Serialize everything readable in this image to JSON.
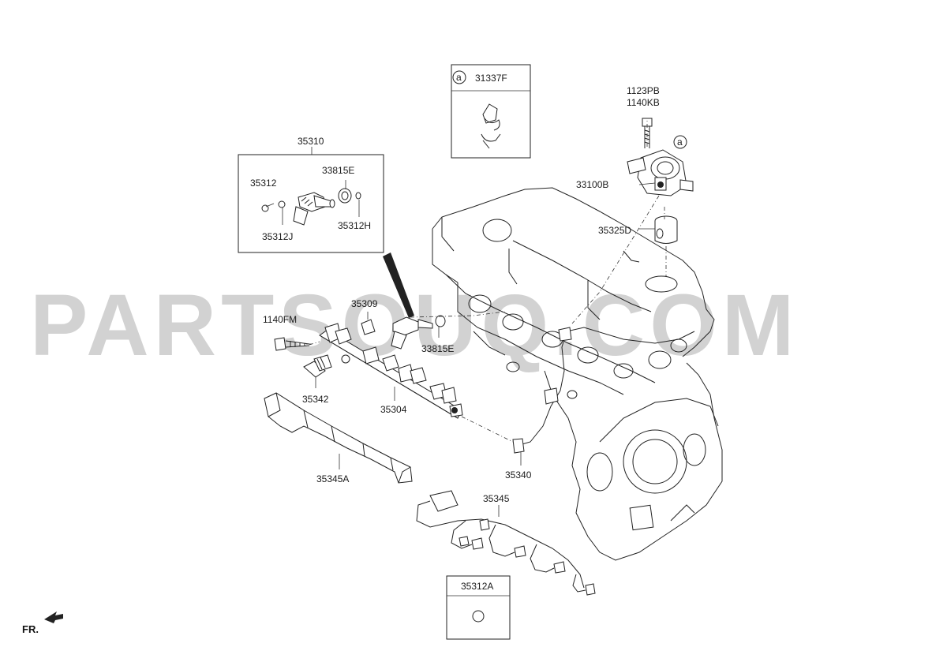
{
  "watermark": "PARTSOUQ.COM",
  "labels": {
    "p35310": "35310",
    "p35312": "35312",
    "p33815E_top": "33815E",
    "p35312J": "35312J",
    "p35312H": "35312H",
    "p31337F": "31337F",
    "p1123PB": "1123PB",
    "p1140KB": "1140KB",
    "p33100B": "33100B",
    "p35325D": "35325D",
    "p35309": "35309",
    "p1140FM": "1140FM",
    "p33815E_mid": "33815E",
    "p35342": "35342",
    "p35304": "35304",
    "p35345A": "35345A",
    "p35340": "35340",
    "p35345": "35345",
    "p35312A": "35312A",
    "circle_a_box": "a",
    "circle_a_pump": "a",
    "fr": "FR."
  }
}
